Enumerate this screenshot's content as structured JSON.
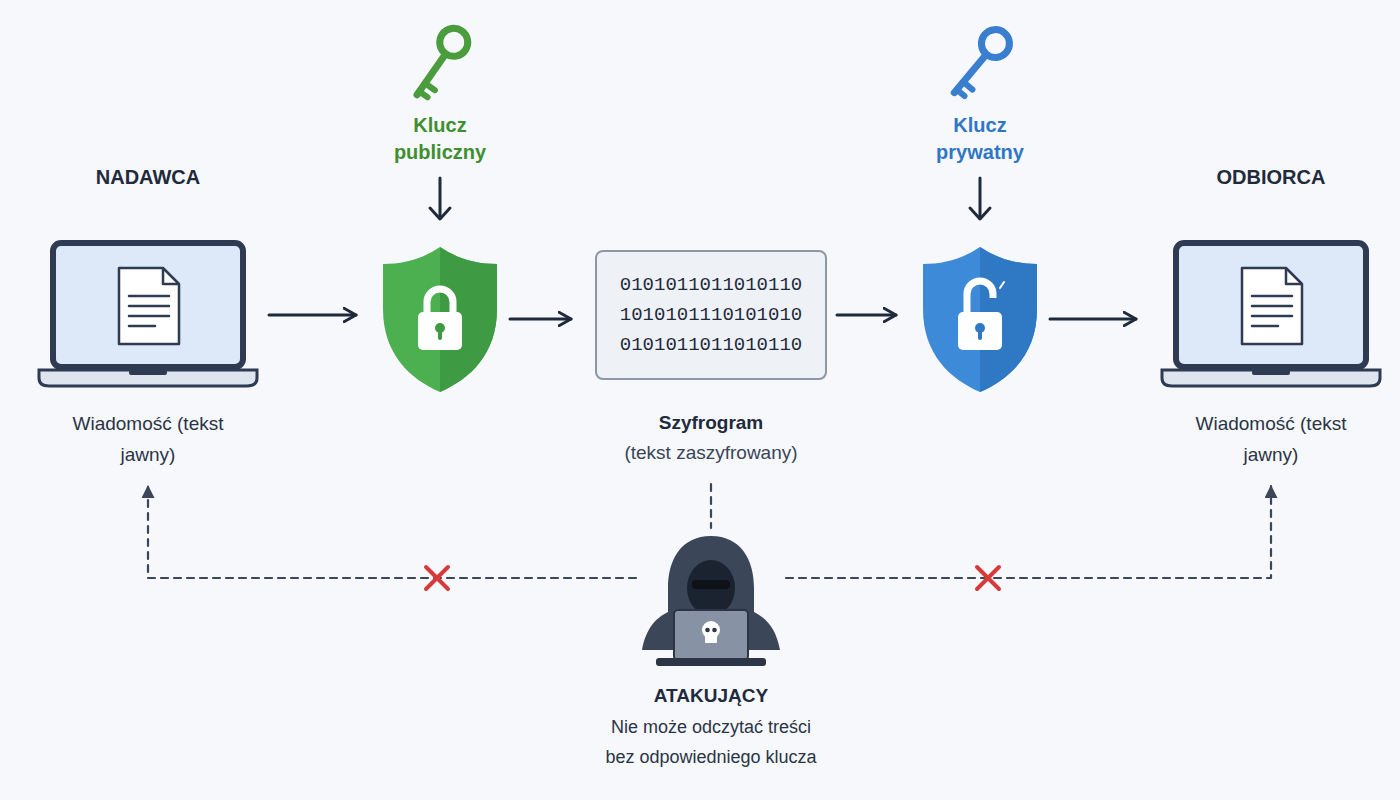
{
  "diagram": {
    "nodes": [
      {
        "text": [
          "NADAWCA",
          "Wiadomość (tekst jawny)"
        ]
      },
      {
        "text": [
          "Klucz publiczny"
        ]
      },
      {
        "text": [
          "0101011011010110 1010101110101010 0101011011010110",
          "Szyfrogram",
          "(tekst zaszyfrowany)"
        ]
      },
      {
        "text": [
          "Klucz prywatny"
        ]
      },
      {
        "text": [
          "ODBIORCA",
          "Wiadomość (tekst jawny)"
        ]
      },
      {
        "text": [
          "ATAKUJĄCY",
          "Nie może odczytać treści bez odpowiedniego klucza"
        ]
      }
    ],
    "edges": [
      {
        "from": 0,
        "to": 1,
        "arrow": "to"
      },
      {
        "from": 1,
        "to": 2,
        "arrow": "to"
      },
      {
        "from": 2,
        "to": 3,
        "arrow": "to"
      },
      {
        "from": 3,
        "to": 4,
        "arrow": "to"
      },
      {
        "from": 2,
        "to": 5,
        "arrow": "none"
      },
      {
        "from": 5,
        "to": 0,
        "arrow": "to"
      },
      {
        "from": 5,
        "to": 4,
        "arrow": "to"
      }
    ]
  }
}
